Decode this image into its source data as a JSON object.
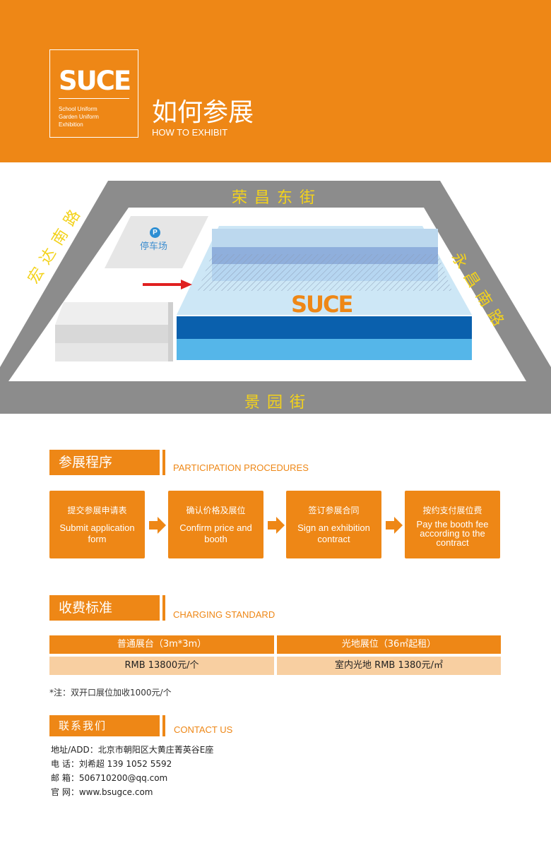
{
  "header": {
    "logo_text": "SUCE",
    "logo_sub": [
      "School Uniform",
      "Garden Uniform",
      "Exhibition"
    ],
    "title_cn": "如何参展",
    "title_en": "HOW TO EXHIBIT",
    "bg_color": "#ee8716"
  },
  "map": {
    "road_top": "荣昌东街",
    "road_left": "宏达南路",
    "road_right": "永昌南路",
    "road_bottom": "景园街",
    "parking_icon": "P",
    "parking_label": "停车场",
    "venue_logo": "SUCE"
  },
  "procedures": {
    "title_cn": "参展程序",
    "title_en": "PARTICIPATION PROCEDURES",
    "steps": [
      {
        "cn": "提交参展申请表",
        "en": "Submit application form"
      },
      {
        "cn": "确认价格及展位",
        "en": "Confirm price and booth"
      },
      {
        "cn": "签订参展合同",
        "en": "Sign an exhibition contract"
      },
      {
        "cn": "按约支付展位费",
        "en": "Pay the booth fee according to the contract"
      }
    ]
  },
  "charging": {
    "title_cn": "收费标准",
    "title_en": "CHARGING  STANDARD",
    "headers": [
      "普通展台（3m*3m）",
      "光地展位（36㎡起租）"
    ],
    "values": [
      "RMB 13800元/个",
      "室内光地  RMB 1380元/㎡"
    ],
    "note": "*注：双开口展位加收1000元/个"
  },
  "contact": {
    "title_cn": "联系我们",
    "title_en": "CONTACT US",
    "address_label": "地址/ADD：",
    "address": "北京市朝阳区大黄庄菁英谷E座",
    "phone_label": "电    话：",
    "phone": "刘希超  139 1052 5592",
    "email_label": "邮    箱：",
    "email": "506710200@qq.com",
    "web_label": "官    网：",
    "web": "www.bsugce.com"
  }
}
